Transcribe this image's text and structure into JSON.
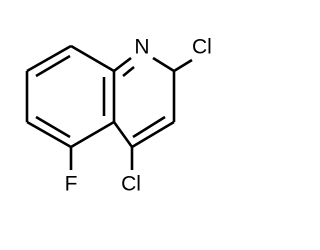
{
  "molecule": {
    "atoms": {
      "nitrogen": "N",
      "chlorine_2": "Cl",
      "chlorine_4": "Cl",
      "fluorine_5": "F"
    },
    "colors": {
      "bond": "#000000",
      "label": "#000000",
      "background": "#ffffff"
    }
  }
}
